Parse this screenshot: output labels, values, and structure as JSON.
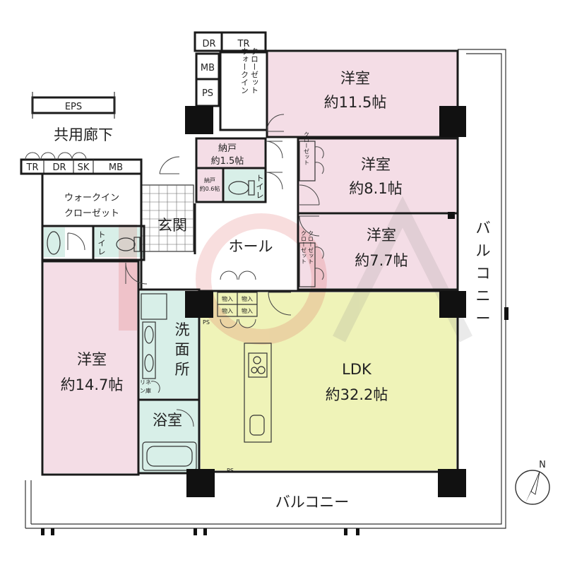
{
  "rooms": {
    "bedroom1": {
      "name": "洋室",
      "size": "約11.5帖"
    },
    "bedroom2": {
      "name": "洋室",
      "size": "約8.1帖"
    },
    "bedroom3": {
      "name": "洋室",
      "size": "約7.7帖"
    },
    "bedroom4": {
      "name": "洋室",
      "size": "約14.7帖"
    },
    "ldk": {
      "name": "LDK",
      "size": "約32.2帖"
    },
    "storage_large": {
      "name": "納戸",
      "size": "約1.5帖"
    },
    "storage_small": {
      "name": "納戸",
      "size": "約0.6帖"
    },
    "entrance": "玄関",
    "hall": "ホール",
    "washroom": "洗面所",
    "bathroom": "浴室",
    "toilet_upper": "トイレ",
    "toilet_left": "トイレ",
    "wic_top": "ウォークインクローゼット",
    "wic_left": "ウォークイン\nクローゼット",
    "linen": "リネン庫",
    "closet_b2": "クローゼット",
    "closet_b3": "クローゼット",
    "closet_b3b": "クローゼット"
  },
  "labels": {
    "corridor": "共用廊下",
    "eps": "EPS",
    "balcony_bottom": "バルコニー",
    "balcony_right": "バルコニー",
    "north": "N",
    "ps": "PS",
    "mb": "MB",
    "dr": "DR",
    "tr": "TR",
    "sk": "SK",
    "storage_nyu": "物入",
    "watermark": "EOA"
  },
  "colors": {
    "bedroom_fill": "#f4dde6",
    "ldk_fill": "#eff3b8",
    "wet_fill": "#d8efe8",
    "storage_fill": "#f4dde6",
    "entrance_fill": "#ffffff",
    "watermark": "#d94a4a"
  }
}
